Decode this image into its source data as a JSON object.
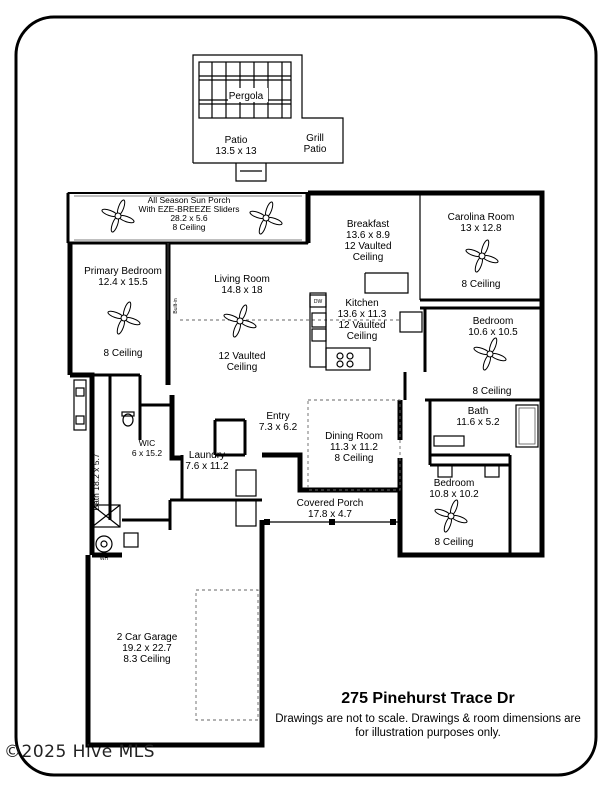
{
  "rooms": [
    {
      "key": "pergola",
      "lines": [
        "Pergola"
      ]
    },
    {
      "key": "patio",
      "lines": [
        "Patio",
        "13.5 x 13"
      ]
    },
    {
      "key": "grill",
      "lines": [
        "Grill",
        "Patio"
      ]
    },
    {
      "key": "sunporch",
      "lines": [
        "All Season Sun Porch",
        "With EZE-BREEZE Sliders",
        "28.2 x 5.6",
        "8 Ceiling"
      ]
    },
    {
      "key": "breakfast",
      "lines": [
        "Breakfast",
        "13.6 x 8.9",
        "12 Vaulted",
        "Ceiling"
      ]
    },
    {
      "key": "carolina",
      "lines": [
        "Carolina Room",
        "13 x 12.8"
      ]
    },
    {
      "key": "carolina_ceiling",
      "lines": [
        "8 Ceiling"
      ]
    },
    {
      "key": "primary",
      "lines": [
        "Primary Bedroom",
        "12.4 x 15.5"
      ]
    },
    {
      "key": "primary_ceiling",
      "lines": [
        "8 Ceiling"
      ]
    },
    {
      "key": "living",
      "lines": [
        "Living Room",
        "14.8 x 18"
      ]
    },
    {
      "key": "living_ceiling",
      "lines": [
        "12 Vaulted",
        "Ceiling"
      ]
    },
    {
      "key": "kitchen",
      "lines": [
        "Kitchen",
        "13.6 x 11.3",
        "12 Vaulted",
        "Ceiling"
      ]
    },
    {
      "key": "bedroom2",
      "lines": [
        "Bedroom",
        "10.6 x 10.5"
      ]
    },
    {
      "key": "bedroom2_ceiling",
      "lines": [
        "8 Ceiling"
      ]
    },
    {
      "key": "bath2",
      "lines": [
        "Bath",
        "11.6 x 5.2"
      ]
    },
    {
      "key": "wic",
      "lines": [
        "WIC",
        "6 x 15.2"
      ]
    },
    {
      "key": "entry",
      "lines": [
        "Entry",
        "7.3 x 6.2"
      ]
    },
    {
      "key": "dining",
      "lines": [
        "Dining Room",
        "11.3 x 11.2",
        "8 Ceiling"
      ]
    },
    {
      "key": "laundry",
      "lines": [
        "Laundry",
        "7.6 x 11.2"
      ]
    },
    {
      "key": "bedroom3",
      "lines": [
        "Bedroom",
        "10.8 x 10.2"
      ]
    },
    {
      "key": "bedroom3_ceiling",
      "lines": [
        "8 Ceiling"
      ]
    },
    {
      "key": "porch",
      "lines": [
        "Covered Porch",
        "17.8 x 4.7"
      ]
    },
    {
      "key": "garage",
      "lines": [
        "2 Car Garage",
        "19.2 x 22.7",
        "8.3 Ceiling"
      ]
    }
  ],
  "bath_primary": "Bath 18.2 x 5.7",
  "fixtures": {
    "dishwasher": "DW",
    "water_heater": "WH",
    "built_in": "Built-in"
  },
  "address": "275 Pinehurst Trace Dr",
  "disclaimer": "Drawings are not to scale. Drawings & room dimensions are for illustration purposes only.",
  "watermark": "©2025 Hive MLS"
}
